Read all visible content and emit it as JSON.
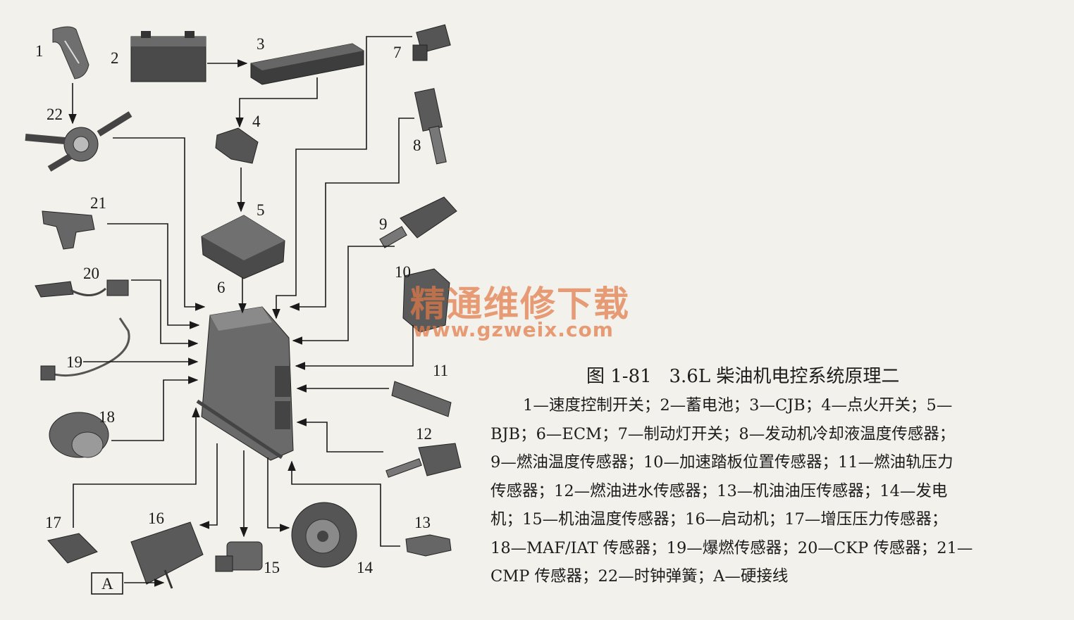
{
  "diagram": {
    "figure_title": "图 1-81   3.6L 柴油机电控系统原理二",
    "part_labels": [
      "1",
      "2",
      "3",
      "4",
      "5",
      "6",
      "7",
      "8",
      "9",
      "10",
      "11",
      "12",
      "13",
      "14",
      "15",
      "16",
      "17",
      "18",
      "19",
      "20",
      "21",
      "22",
      "A"
    ],
    "legend_lines": [
      "1—速度控制开关；2—蓄电池；3—CJB；4—点火开关；5—",
      "BJB；6—ECM；7—制动灯开关；8—发动机冷却液温度传感器；",
      "9—燃油温度传感器；10—加速踏板位置传感器；11—燃油轨压力",
      "传感器；12—燃油进水传感器；13—机油油压传感器；14—发电",
      "机；15—机油温度传感器；16—启动机；17—增压压力传感器；",
      "18—MAF/IAT 传感器；19—爆燃传感器；20—CKP 传感器；21—",
      "CMP 传感器；22—时钟弹簧；A—硬接线"
    ]
  },
  "watermark": {
    "text": "精通维修下载",
    "url": "www.gzweix.com",
    "color": "#e27a46"
  }
}
